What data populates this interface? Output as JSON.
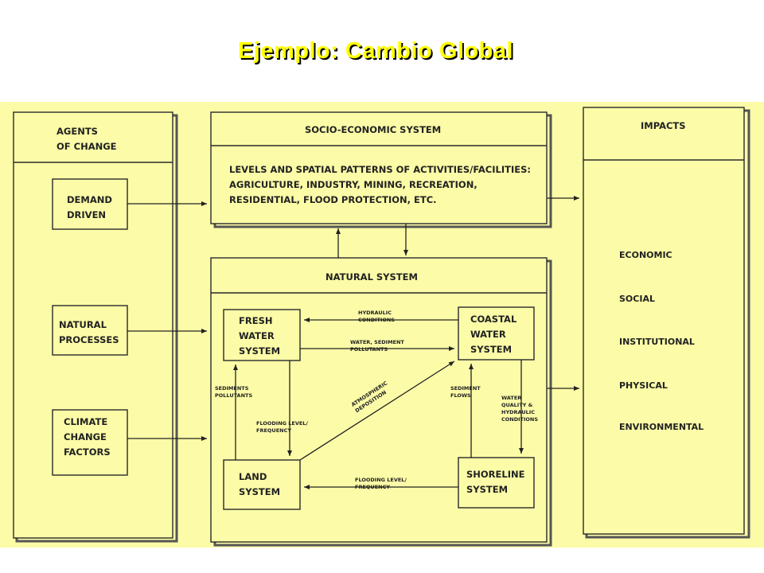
{
  "slide_title": "Ejemplo: Cambio Global",
  "colors": {
    "title": "#ffff00",
    "panel": "#fcfca8",
    "ink": "#222222"
  },
  "agents": {
    "header": "AGENTS\nOF CHANGE",
    "items": [
      "DEMAND\nDRIVEN",
      "NATURAL\nPROCESSES",
      "CLIMATE\nCHANGE\nFACTORS"
    ]
  },
  "socio": {
    "header": "SOCIO-ECONOMIC SYSTEM",
    "body": "LEVELS AND SPATIAL PATTERNS OF ACTIVITIES/FACILITIES:\nAGRICULTURE, INDUSTRY, MINING, RECREATION,\nRESIDENTIAL, FLOOD PROTECTION, ETC."
  },
  "natural": {
    "header": "NATURAL SYSTEM",
    "fresh": "FRESH\nWATER\nSYSTEM",
    "coastal": "COASTAL\nWATER\nSYSTEM",
    "land": "LAND\nSYSTEM",
    "shoreline": "SHORELINE\nSYSTEM",
    "flows": {
      "hydraulic": "HYDRAULIC\nCONDITIONS",
      "water_sediment": "WATER, SEDIMENT\nPOLLUTANTS",
      "sediments_pollutants": "SEDIMENTS\nPOLLUTANTS",
      "flooding_fresh": "FLOODING LEVEL/\nFREQUENCY",
      "atmospheric": "ATMOSPHERIC\nDEPOSITION",
      "sediment_flows": "SEDIMENT\nFLOWS",
      "water_quality": "WATER\nQUALITY &\nHYDRAULIC\nCONDITIONS",
      "flooding_shore": "FLOODING LEVEL/\nFREQUENCY"
    }
  },
  "impacts": {
    "header": "IMPACTS",
    "items": [
      "ECONOMIC",
      "SOCIAL",
      "INSTITUTIONAL",
      "PHYSICAL",
      "ENVIRONMENTAL"
    ]
  }
}
